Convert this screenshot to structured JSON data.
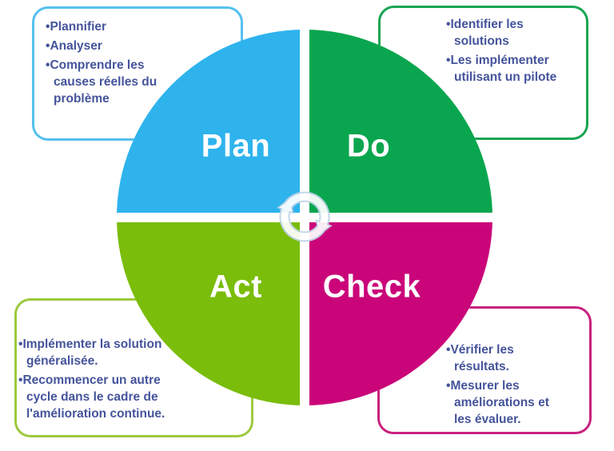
{
  "colors": {
    "plan": "#2eb3ed",
    "do": "#0aa64f",
    "act": "#7abd0b",
    "check": "#ca0579",
    "plan-border": "#55c0ee",
    "do-border": "#17a553",
    "act-border": "#9cca3e",
    "check-border": "#c92180",
    "text": "#45549b",
    "label": "#ffffff",
    "icon-outline": "#bfd4e8",
    "icon-fill": "#ffffff"
  },
  "quadrants": {
    "plan": {
      "label": "Plan"
    },
    "do": {
      "label": "Do"
    },
    "act": {
      "label": "Act"
    },
    "check": {
      "label": "Check"
    }
  },
  "notes": {
    "plan": {
      "bullets": [
        [
          "Plannifier"
        ],
        [
          "Analyser"
        ],
        [
          "Comprendre les",
          "causes réelles du",
          "problème"
        ]
      ]
    },
    "do": {
      "bullets": [
        [
          "Identifier les",
          "solutions"
        ],
        [
          "Les implémenter",
          "utilisant un pilote"
        ]
      ]
    },
    "act": {
      "bullets": [
        [
          "Implémenter la solution",
          "généralisée."
        ],
        [
          "Recommencer un autre",
          "cycle dans le cadre de",
          "l'amélioration continue."
        ]
      ]
    },
    "check": {
      "bullets": [
        [
          "Vérifier les",
          "résultats."
        ],
        [
          "Mesurer les",
          "améliorations et",
          "les évaluer."
        ]
      ]
    }
  }
}
